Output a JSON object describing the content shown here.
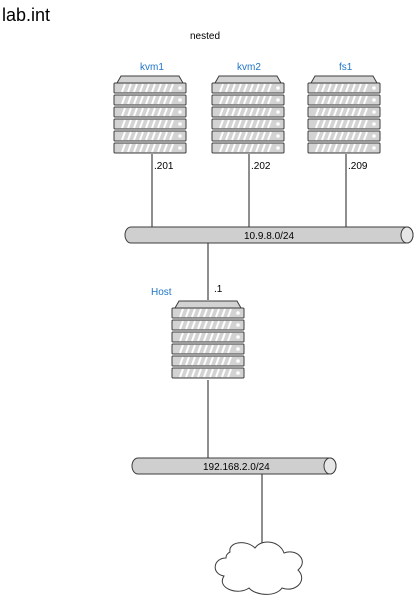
{
  "title": "lab.int",
  "nested_label": "nested",
  "servers": {
    "kvm1": {
      "name": "kvm1",
      "ip": ".201"
    },
    "kvm2": {
      "name": "kvm2",
      "ip": ".202"
    },
    "fs1": {
      "name": "fs1",
      "ip": ".209"
    },
    "host": {
      "name": "Host",
      "ip": ".1"
    }
  },
  "networks": {
    "lan": {
      "label": "10.9.8.0/24"
    },
    "wan": {
      "label": "192.168.2.0/24"
    }
  },
  "icons": {
    "server": "server-rack-icon",
    "bus": "network-bus-icon",
    "cloud": "cloud-icon"
  },
  "colors": {
    "label_blue": "#1f74c7",
    "server_fill": "#d3d3d3",
    "server_stroke": "#3c3c3c",
    "bus_fill": "#cfcfcf"
  }
}
